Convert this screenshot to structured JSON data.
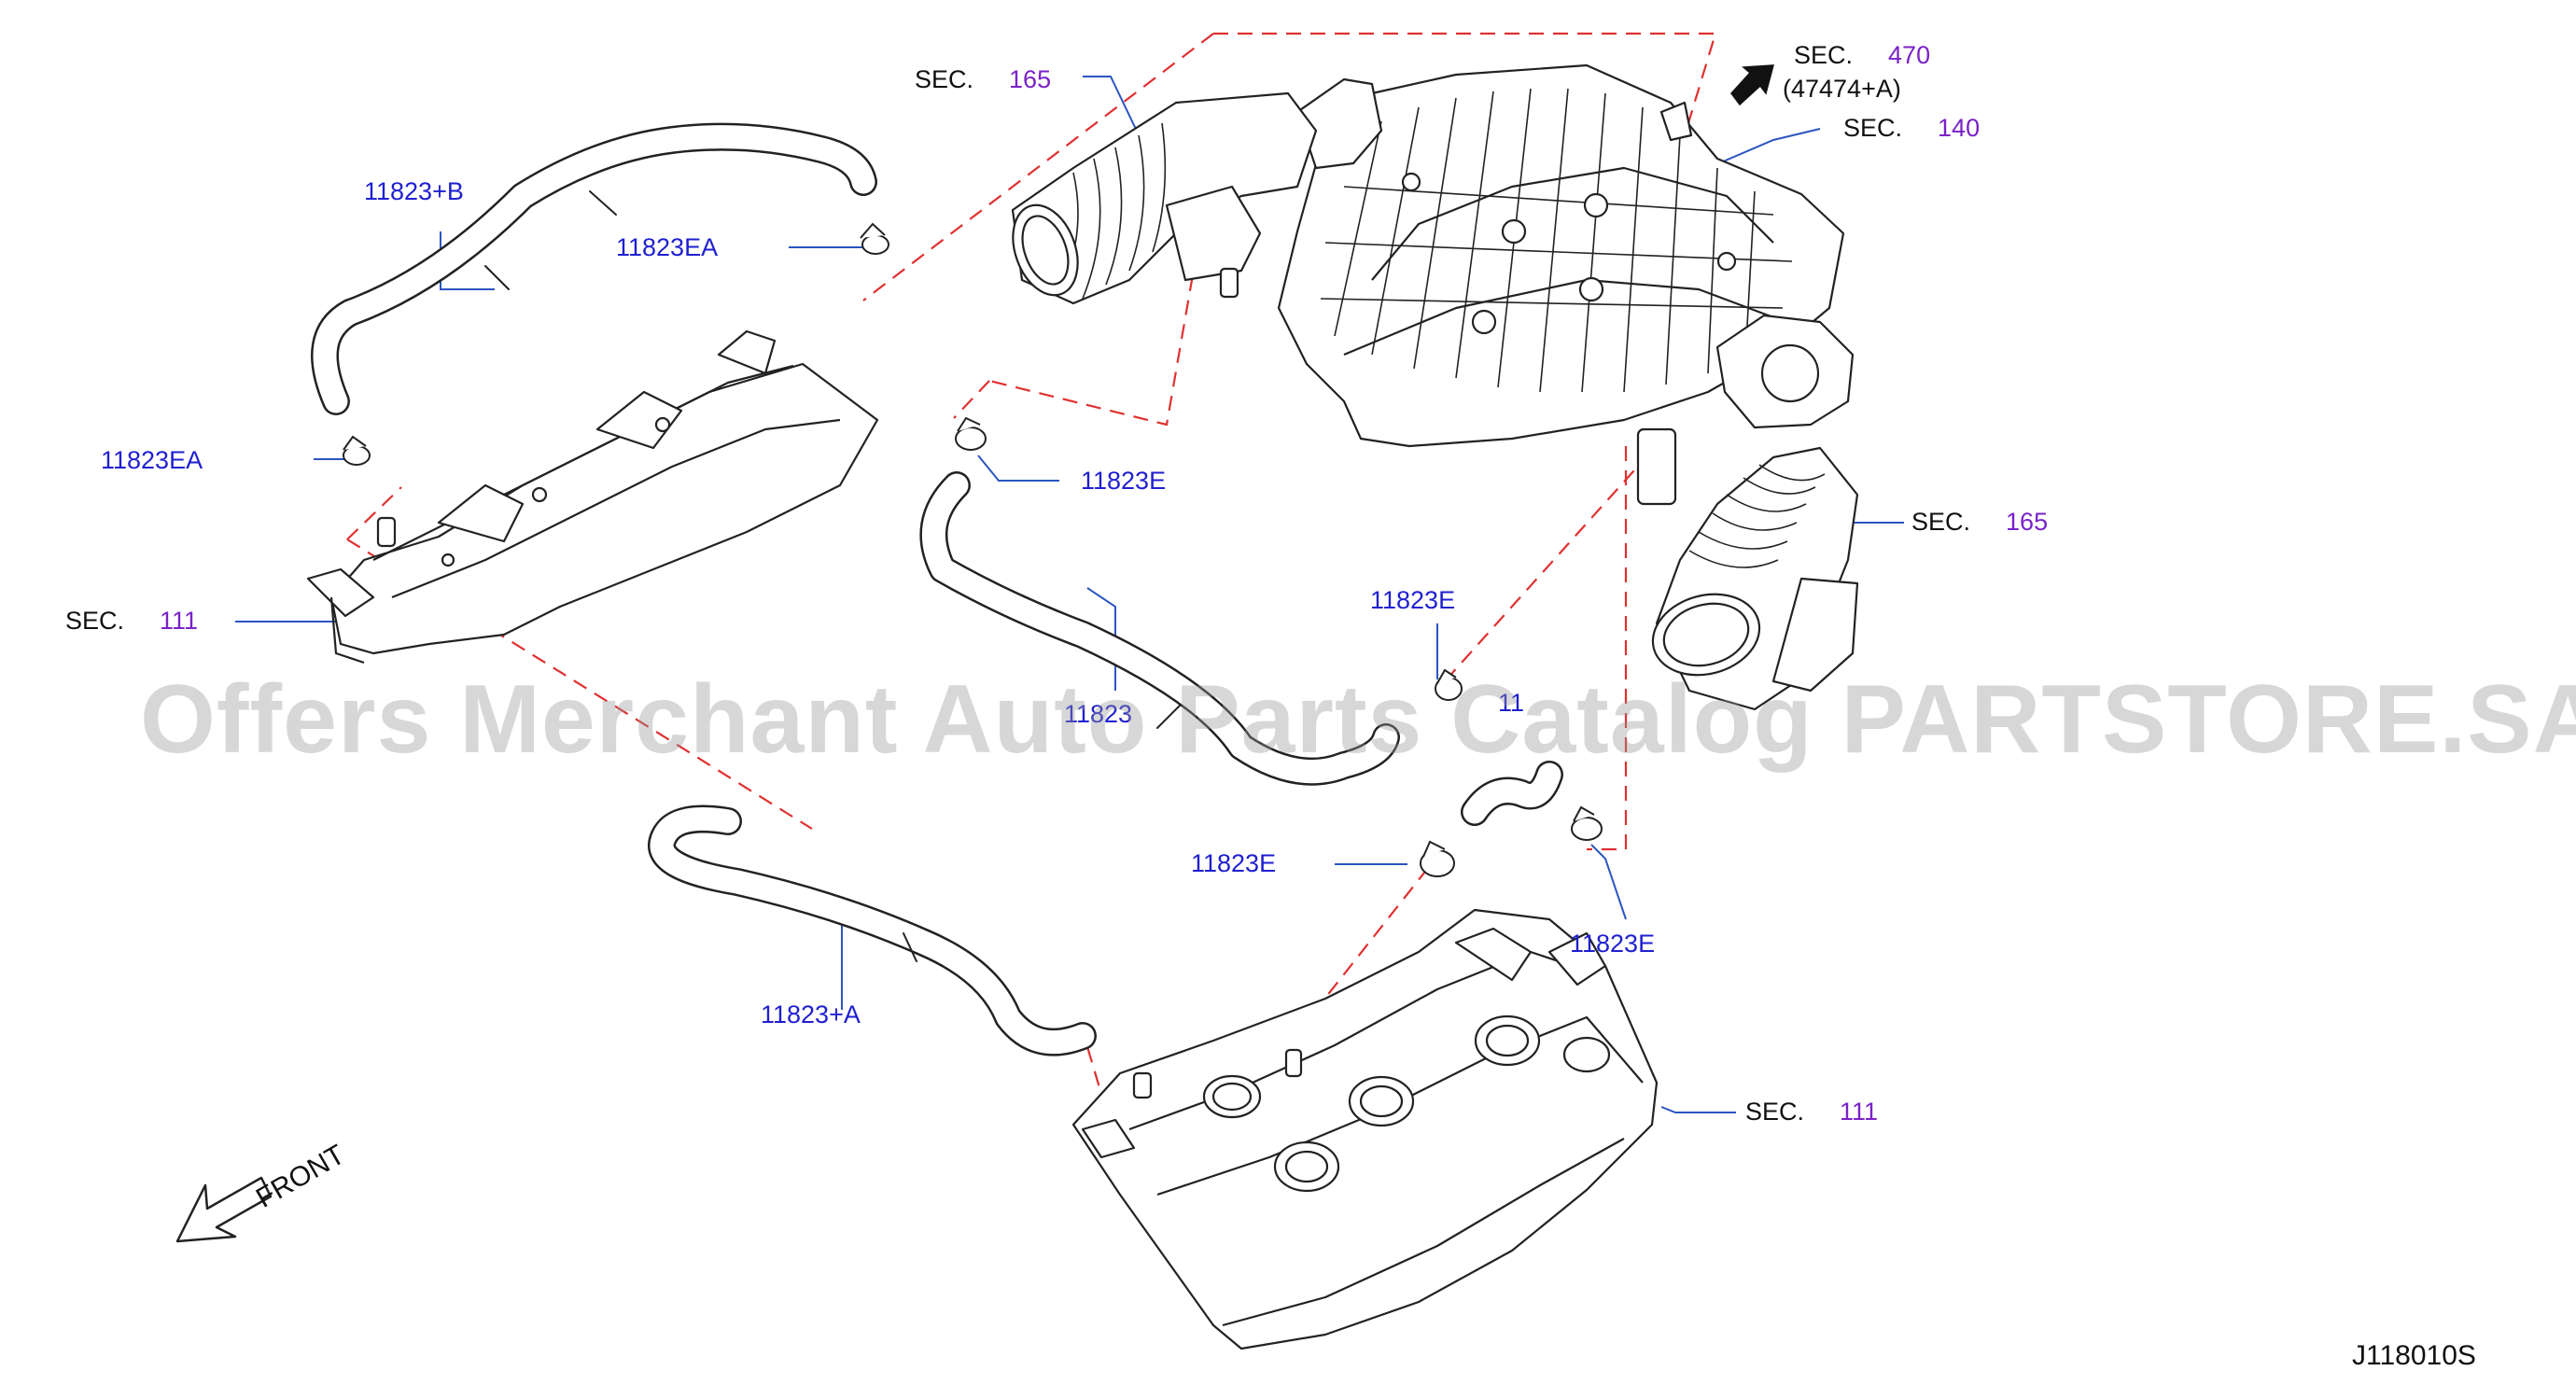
{
  "labels": {
    "sec_label": "SEC.",
    "sec165_top": "165",
    "sec470": "470",
    "sec470_sub": "(47474+A)",
    "sec140": "140",
    "sec165_right": "165",
    "sec111_left": "111",
    "sec111_bottom": "111",
    "p_11823B": "11823+B",
    "p_11823EA_top": "11823EA",
    "p_11823EA_left": "11823EA",
    "p_11823E_1": "11823E",
    "p_11823E_2": "11823E",
    "p_11823_partial": "11823",
    "p_11823_partial2": "11",
    "p_11823E_3": "11823E",
    "p_11823E_4": "11823E",
    "p_11823A": "11823+A",
    "front": "FRONT",
    "diagram_code": "J118010S"
  },
  "watermark": "Offers Merchant Auto Parts Catalog PARTSTORE.SA",
  "colors": {
    "part_number": "#1f1fd0",
    "section_number": "#7a22c8",
    "leader": "#2a55c0",
    "dashed_link": "#e03030",
    "outline": "#222222"
  }
}
